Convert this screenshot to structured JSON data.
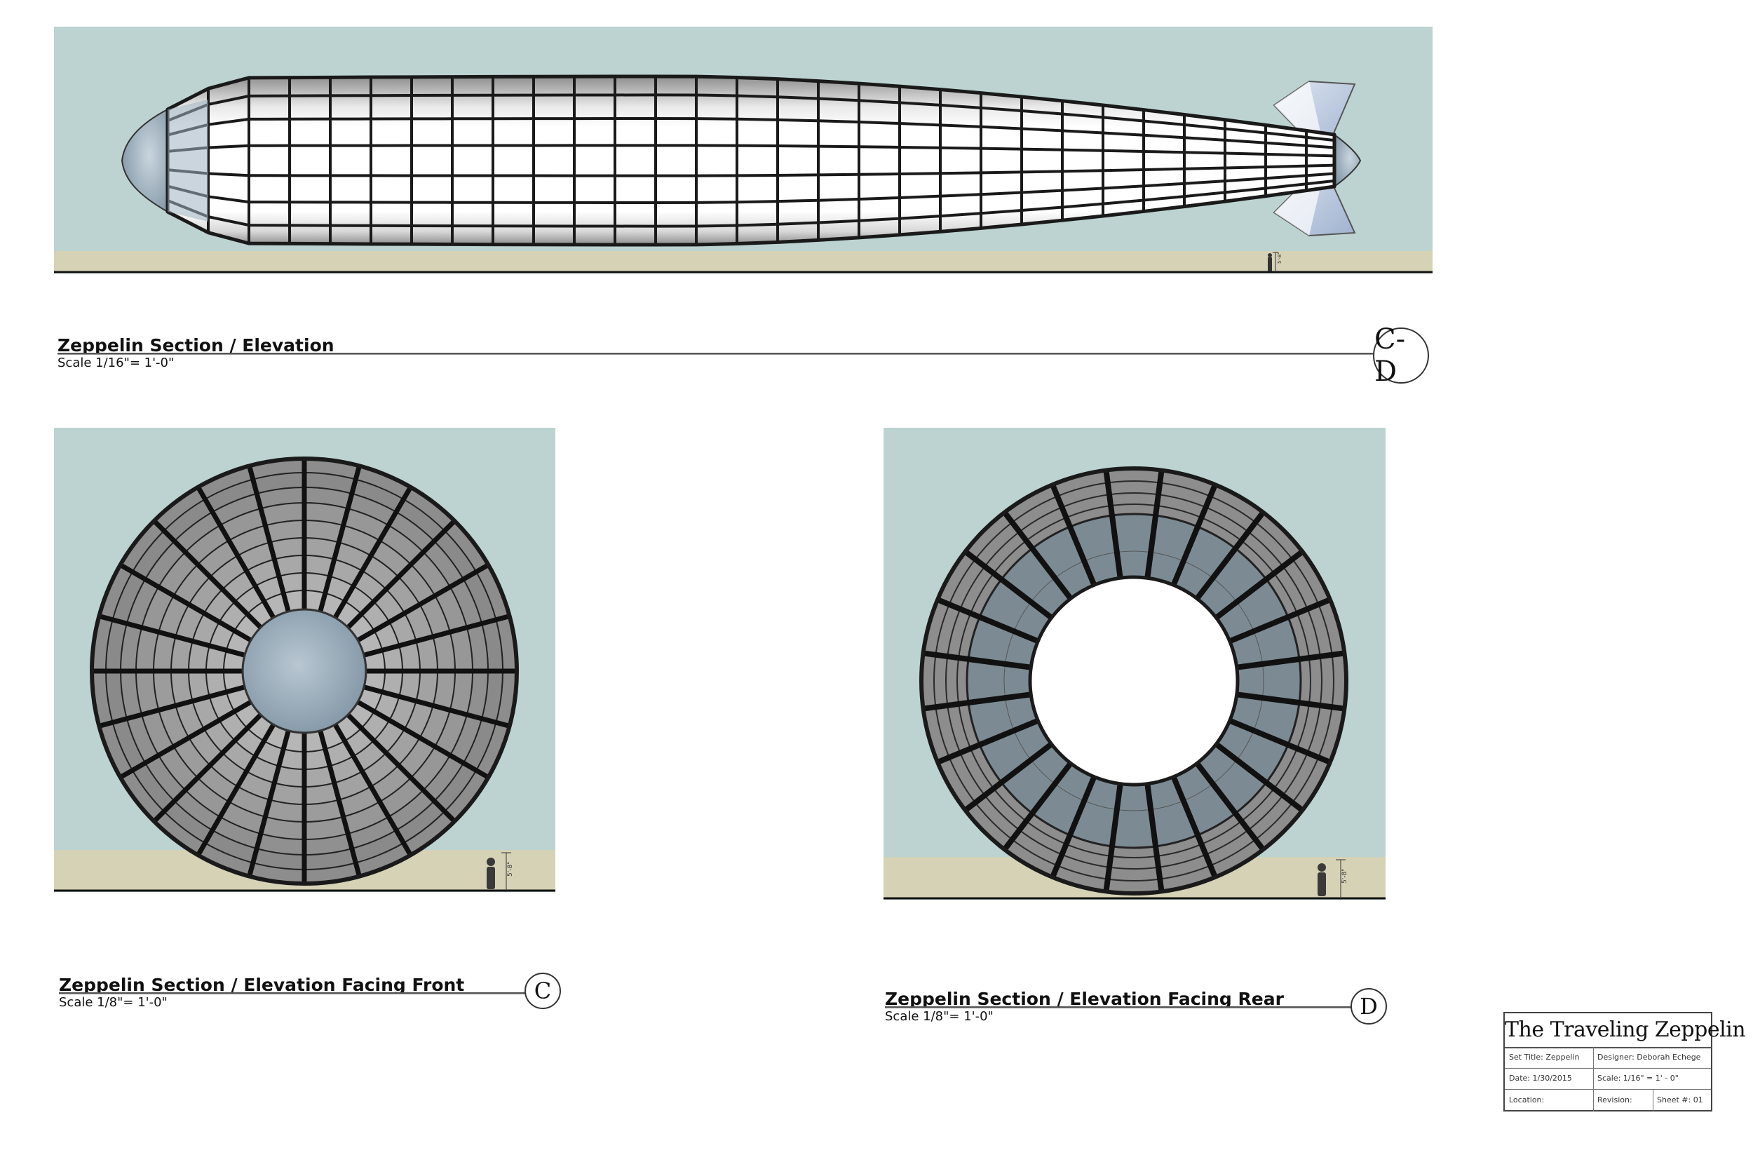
{
  "colors": {
    "sky": "#bcd3d1",
    "ground": "#d6d2b6",
    "frame": "#1a1a1a",
    "panel_gray": "#8d8d8d",
    "panel_light": "#a8a8a8",
    "panel_slate": "#7c8b93",
    "nose_blue": "#9fb2c1",
    "fin_blue": "#b9c8e0"
  },
  "views": {
    "elevation": {
      "title": "Zeppelin Section / Elevation",
      "scale": "Scale 1/16\"= 1'-0\"",
      "tag": "C-D",
      "scale_figure_label": "5'-8\""
    },
    "front": {
      "title": "Zeppelin Section / Elevation Facing Front",
      "scale": "Scale 1/8\"= 1'-0\"",
      "tag": "C",
      "scale_figure_label": "5'-8\""
    },
    "rear": {
      "title": "Zeppelin Section / Elevation Facing Rear",
      "scale": "Scale 1/8\"= 1'-0\"",
      "tag": "D",
      "scale_figure_label": "5'-8\""
    }
  },
  "title_block": {
    "project": "The Traveling Zeppelin",
    "set_title": "Set Title: Zeppelin",
    "designer": "Designer: Deborah Echege",
    "date": "Date: 1/30/2015",
    "scale": "Scale: 1/16\" = 1' - 0\"",
    "location": "Location:",
    "revision": "Revision:",
    "sheet": "Sheet #: 01"
  }
}
